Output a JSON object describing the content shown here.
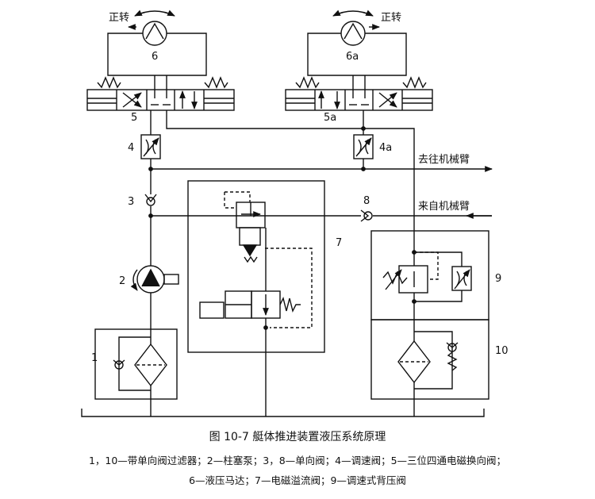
{
  "labels": {
    "rot_left": "正转",
    "rot_right": "正转",
    "n6": "6",
    "n6a": "6a",
    "n5": "5",
    "n5a": "5a",
    "n4": "4",
    "n4a": "4a",
    "n3": "3",
    "n8": "8",
    "n2": "2",
    "n1": "1",
    "n7": "7",
    "n9": "9",
    "n10": "10",
    "to_arm": "去往机械臂",
    "from_arm": "来自机械臂"
  },
  "caption": {
    "title": "图 10-7    艇体推进装置液压系统原理",
    "legend_line1": "1，10—带单向阀过滤器；2—柱塞泵；3，8—单向阀；4—调速阀；5—三位四通电磁换向阀；",
    "legend_line2": "6—液压马达；7—电磁溢流阀；9—调速式背压阀"
  }
}
